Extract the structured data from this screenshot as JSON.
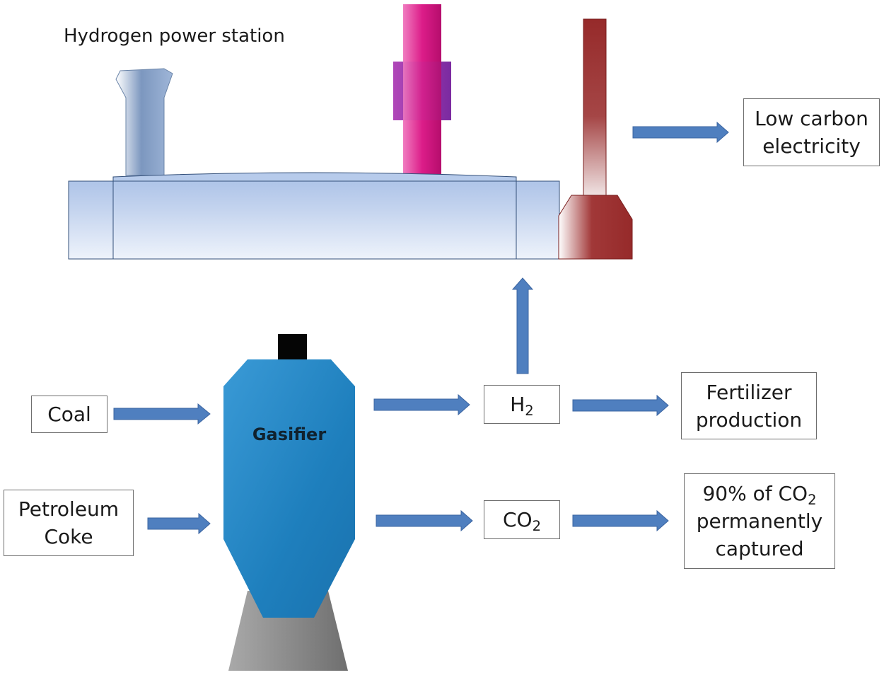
{
  "title": "Hydrogen power station",
  "gasifier": {
    "label": "Gasifier"
  },
  "inputs": {
    "coal": "Coal",
    "petcoke": [
      "Petroleum",
      "Coke"
    ]
  },
  "products": {
    "h2": {
      "base": "H",
      "sub": "2"
    },
    "co2": {
      "base": "CO",
      "sub": "2"
    }
  },
  "outputs": {
    "electricity": [
      "Low carbon",
      "electricity"
    ],
    "fertilizer": [
      "Fertilizer",
      "production"
    ],
    "captured": {
      "pre": "90% of CO",
      "sub": "2",
      "line2": "permanently",
      "line3": "captured"
    }
  },
  "colors": {
    "arrow": "#4f7fbf",
    "gasifier": "#2e8fcf",
    "turbine": "#b3c8e8",
    "magenta_stack": "#d2117e",
    "red_stack": "#9b2a2a"
  }
}
